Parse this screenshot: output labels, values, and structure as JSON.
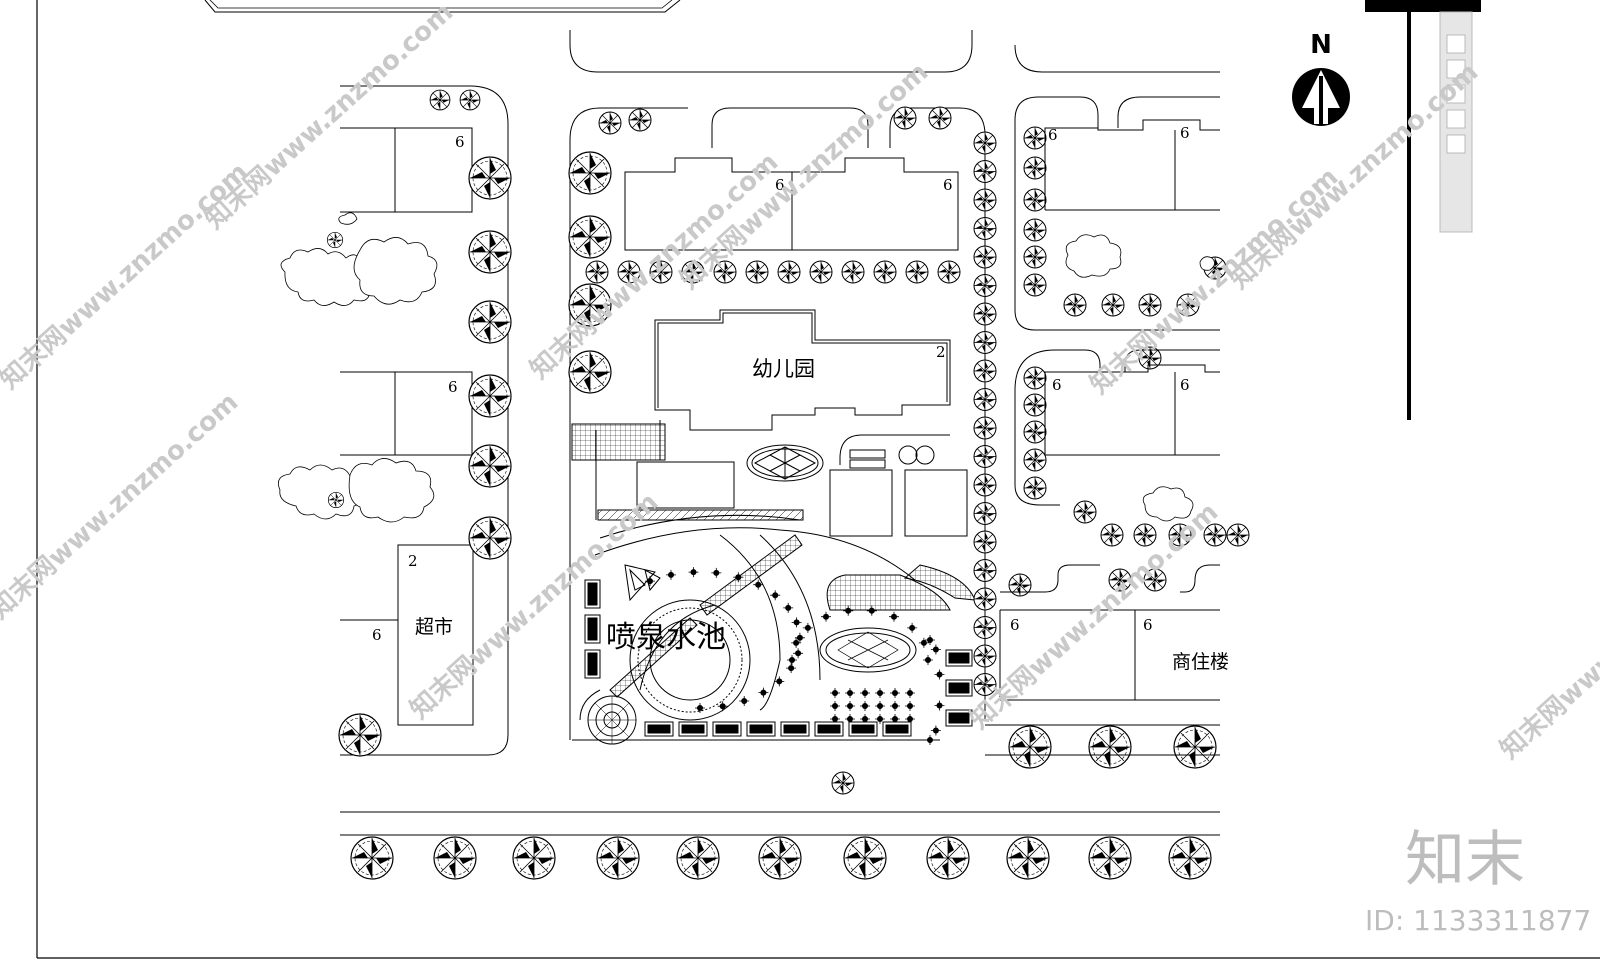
{
  "compass": {
    "north_label": "N"
  },
  "labels": {
    "kindergarten": "幼儿园",
    "fountain_pool": "喷泉水池",
    "supermarket": "超市",
    "commercial_residential": "商住楼"
  },
  "floors": {
    "kindergarten": "2",
    "supermarket": "2",
    "west_bldg_1": "6",
    "west_bldg_2": "6",
    "supermarket_side": "6",
    "north_bldg_a": "6",
    "north_bldg_b": "6",
    "ne_bldg_1": "6",
    "ne_bldg_2": "6",
    "ne_bldg_3": "6",
    "ne_bldg_4": "6",
    "se_bldg_1": "6",
    "se_bldg_2": "6"
  },
  "watermark": {
    "repeat_text": "知末网www.znzmo.com",
    "brand": "知末",
    "id_text": "ID: 1133311877"
  }
}
